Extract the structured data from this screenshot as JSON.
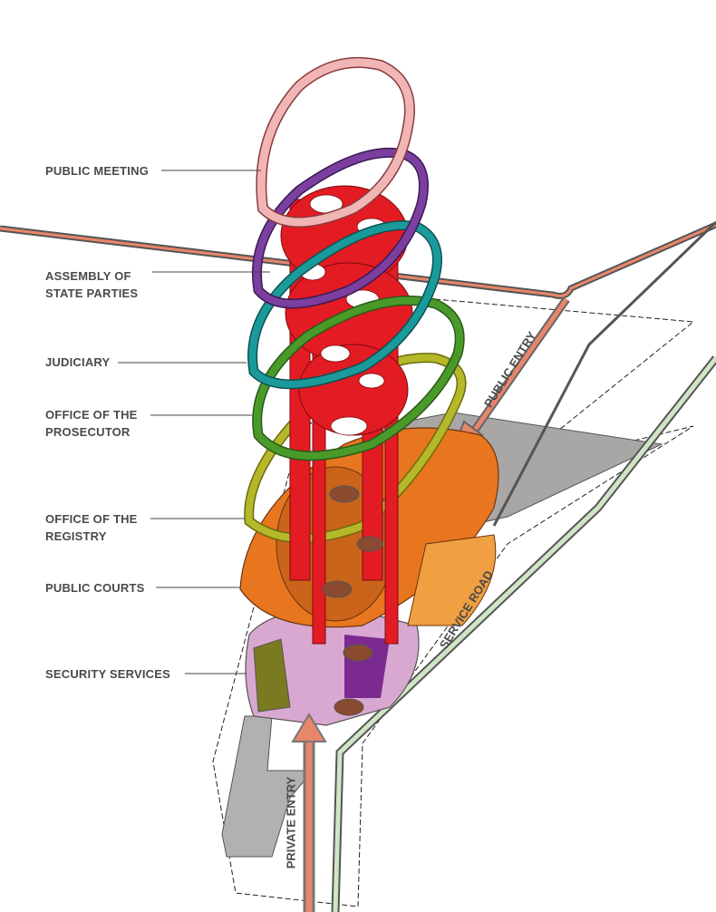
{
  "labels": {
    "public_meeting": "PUBLIC MEETING",
    "assembly_line1": "ASSEMBLY OF",
    "assembly_line2": "STATE PARTIES",
    "judiciary": "JUDICIARY",
    "prosecutor_line1": "OFFICE OF THE",
    "prosecutor_line2": "PROSECUTOR",
    "registry_line1": "OFFICE OF THE",
    "registry_line2": "REGISTRY",
    "public_courts": "PUBLIC COURTS",
    "security_services": "SECURITY SERVICES"
  },
  "annotations": {
    "public_entry": "PUBLIC ENTRY",
    "service_road": "SERVICE ROAD",
    "private_entry": "PRIVATE ENTRY"
  },
  "colors": {
    "tower": "#e31b23",
    "public_meeting": "#f2b5b5",
    "assembly": "#7b3fa0",
    "judiciary": "#1a9a9a",
    "prosecutor": "#4a9a2a",
    "registry": "#b5b828",
    "public_courts": "#e8761e",
    "security": "#d9a8d0",
    "ground": "#a8a5a5",
    "entry_path": "#e8866a",
    "service_road": "#cfe6c6"
  }
}
